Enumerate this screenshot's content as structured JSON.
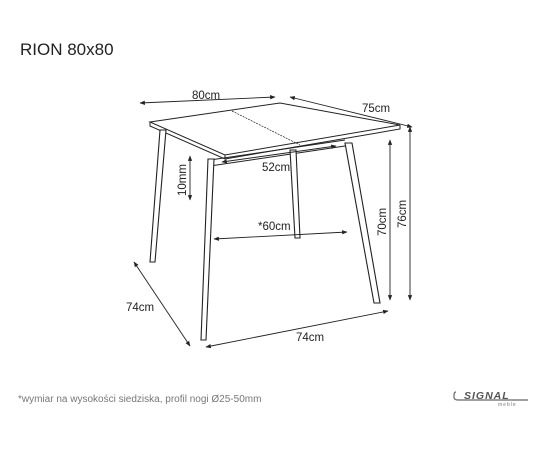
{
  "product": {
    "title": "RION 80x80"
  },
  "dimensions": {
    "top_width": "80cm",
    "top_depth": "75cm",
    "apron_width": "52cm",
    "top_thickness": "10mm",
    "seat_width": "*60cm",
    "apron_height": "70cm",
    "total_height": "76cm",
    "leg_span_depth": "74cm",
    "leg_span_width": "74cm"
  },
  "footnote": "*wymiar na wysokości siedziska, profil nogi Ø25-50mm",
  "brand": {
    "name": "SIGNAL",
    "tagline": "meble"
  }
}
